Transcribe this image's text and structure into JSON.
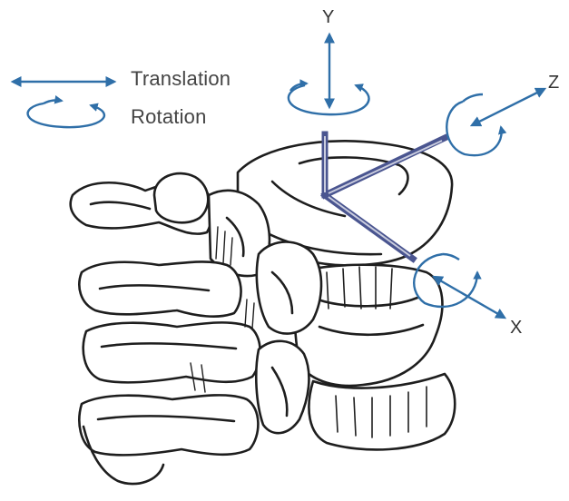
{
  "legend": {
    "translation_label": "Translation",
    "rotation_label": "Rotation"
  },
  "axes": {
    "y_label": "Y",
    "z_label": "Z",
    "x_label": "X"
  },
  "colors": {
    "arrow_blue": "#2f6fa8",
    "axis_bar": "#4a5590",
    "ink": "#1e1e1e"
  },
  "illustration": {
    "subject": "spine-vertebrae-drawing"
  }
}
